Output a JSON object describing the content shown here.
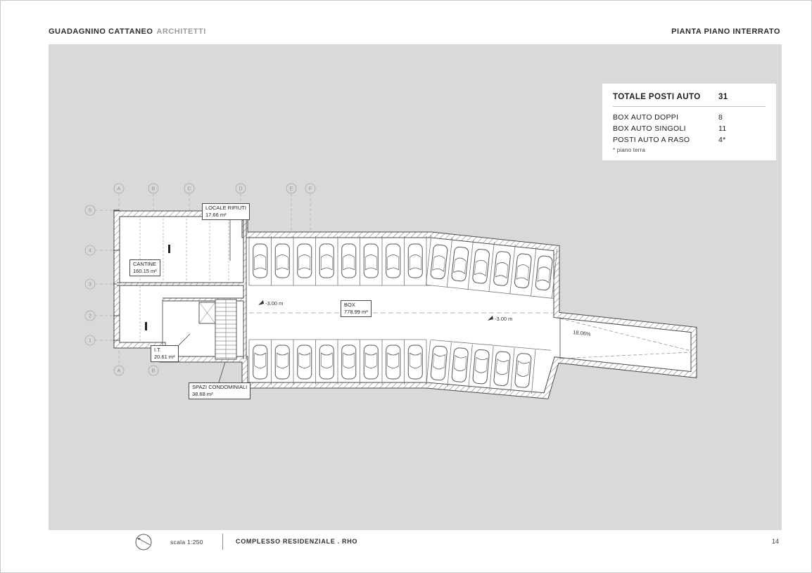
{
  "header": {
    "firm_name": "GUADAGNINO CATTANEO",
    "firm_suffix": "ARCHITETTI",
    "sheet_title": "PIANTA PIANO INTERRATO"
  },
  "legend": {
    "total_label": "TOTALE POSTI AUTO",
    "total_value": "31",
    "rows": [
      {
        "label": "BOX AUTO DOPPI",
        "value": "8"
      },
      {
        "label": "BOX AUTO SINGOLI",
        "value": "11"
      },
      {
        "label": "POSTI AUTO A RASO",
        "value": "4*"
      }
    ],
    "footnote": "* piano terra"
  },
  "plan": {
    "grid_columns": [
      "A",
      "B",
      "C",
      "D",
      "E",
      "F"
    ],
    "grid_rows": [
      "5",
      "4",
      "3",
      "2",
      "1"
    ],
    "room_labels": [
      {
        "name": "LOCALE RIFIUTI",
        "area": "17.66 m²"
      },
      {
        "name": "CANTINE",
        "area": "160.15 m²"
      },
      {
        "name": "BOX",
        "area": "778.99 m²"
      },
      {
        "name": "I.T.",
        "area": "20.61 m²"
      },
      {
        "name": "SPAZI CONDOMINIALI",
        "area": "38.68 m²"
      }
    ],
    "level_annotations": [
      "-3.00 m",
      "-3.00 m"
    ],
    "ramp_slope": "18.06%"
  },
  "footer": {
    "scale_label": "scala 1:250",
    "project_name": "COMPLESSO RESIDENZIALE . RHO",
    "page_number": "14"
  },
  "colors": {
    "canvas_bg": "#d9d9d9",
    "line": "#4a4a4a"
  }
}
